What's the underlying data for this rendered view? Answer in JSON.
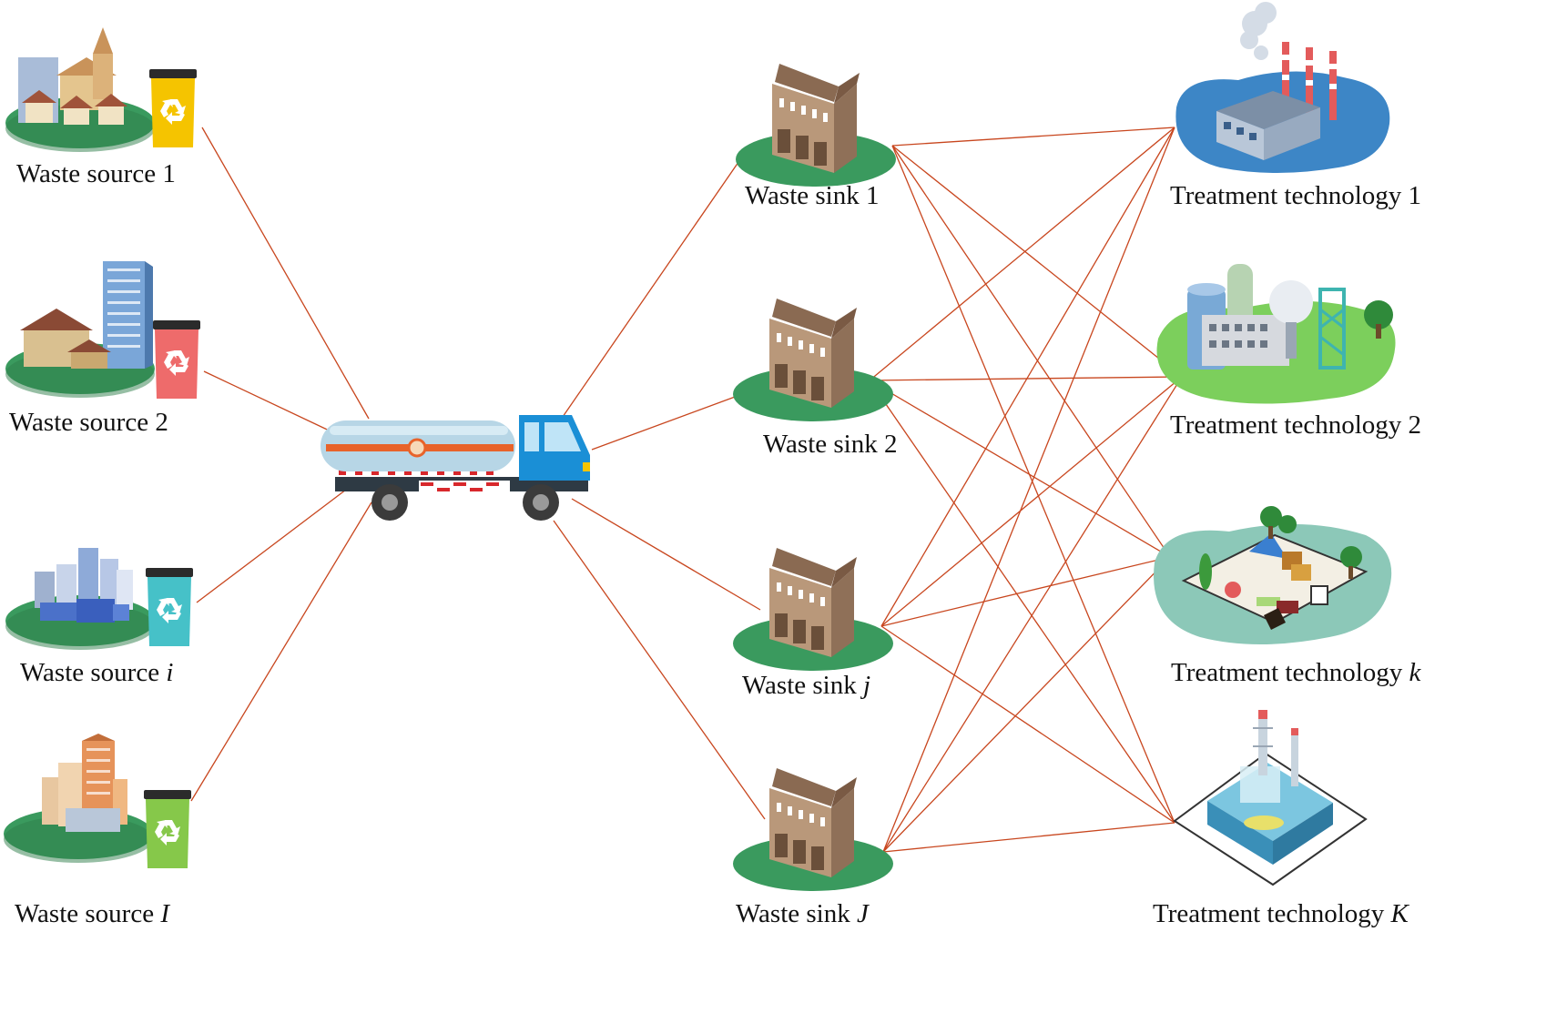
{
  "sources": [
    {
      "label": "Waste source ",
      "index": "1",
      "bin_color": "#f5c400"
    },
    {
      "label": "Waste source ",
      "index": "2",
      "bin_color": "#ee6b6b"
    },
    {
      "label": "Waste source ",
      "index": "i",
      "bin_color": "#46c1c8"
    },
    {
      "label": "Waste source ",
      "index": "I",
      "bin_color": "#86c84a"
    }
  ],
  "truck": {
    "icon": "tanker-truck-icon",
    "cab_color": "#1a8fd6",
    "tank_color": "#b7d6e6"
  },
  "sinks": [
    {
      "label": "Waste sink ",
      "index": "1"
    },
    {
      "label": "Waste sink ",
      "index": "2"
    },
    {
      "label": "Waste sink ",
      "index": "j"
    },
    {
      "label": "Waste sink ",
      "index": "J"
    }
  ],
  "technologies": [
    {
      "label": "Treatment technology ",
      "index": "1",
      "icon": "factory-smokestack-icon"
    },
    {
      "label": "Treatment technology ",
      "index": "2",
      "icon": "chemical-plant-icon"
    },
    {
      "label": "Treatment technology ",
      "index": "k",
      "icon": "landfill-compost-icon"
    },
    {
      "label": "Treatment technology ",
      "index": "K",
      "icon": "incineration-plant-icon"
    }
  ],
  "colors": {
    "link": "#c8461e",
    "ground": "#3a9a5e",
    "warehouse": "#a88a6a"
  }
}
